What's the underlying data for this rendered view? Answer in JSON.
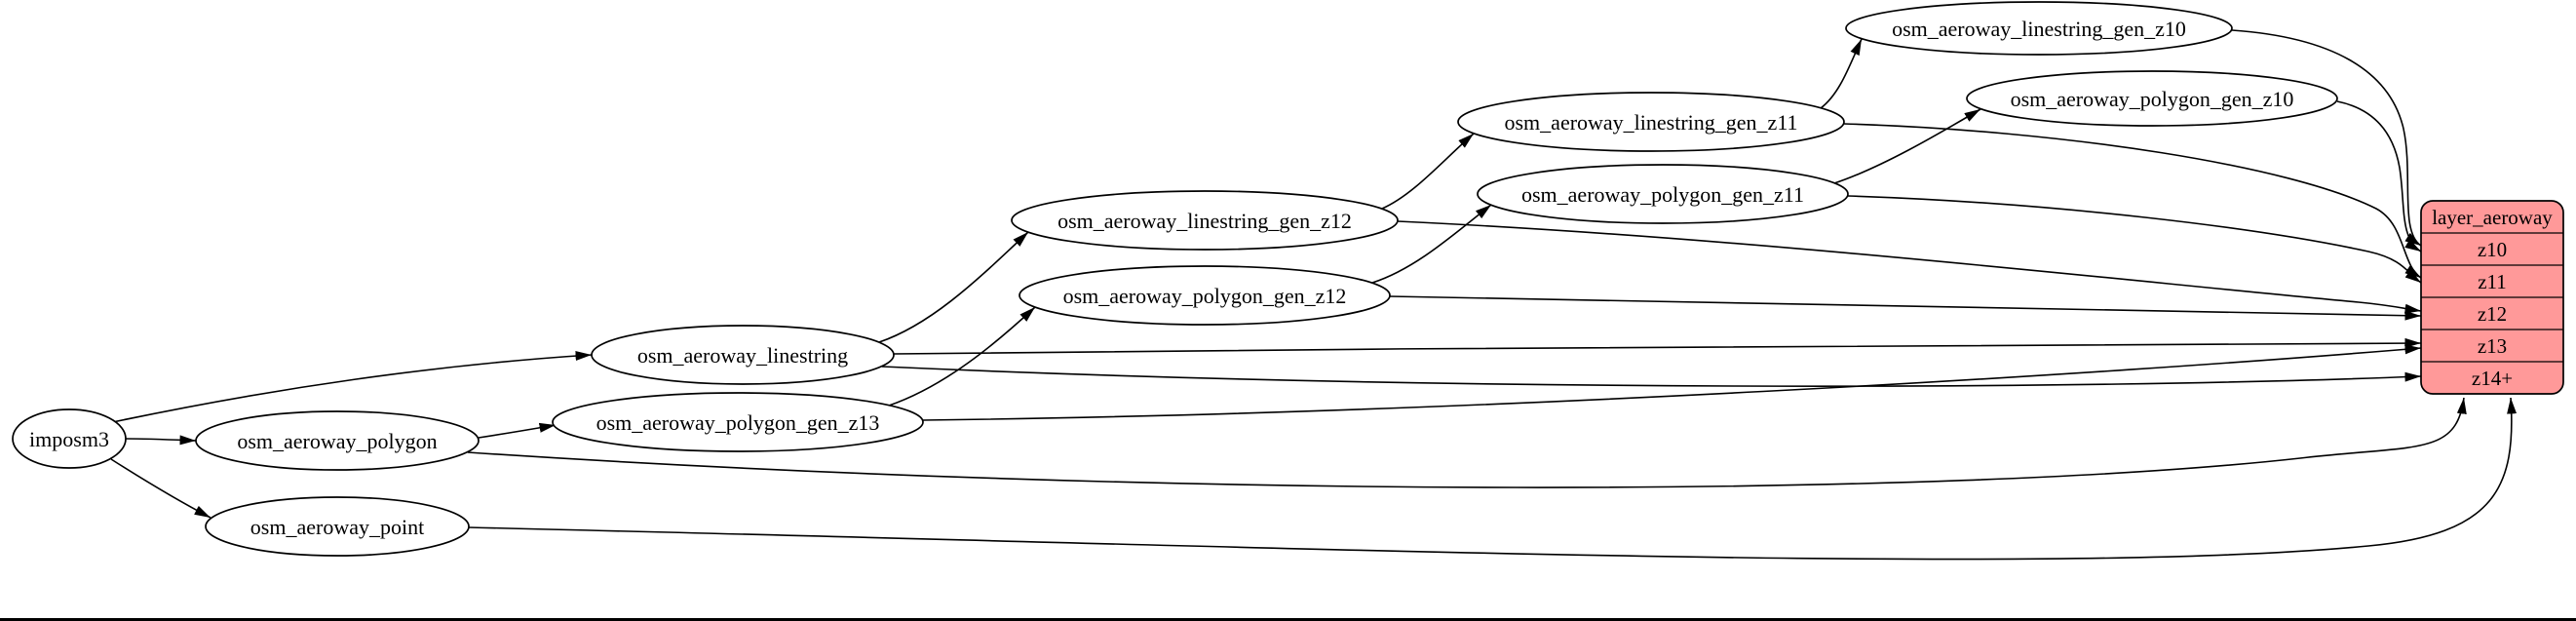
{
  "nodes": {
    "imposm3": "imposm3",
    "osm_aeroway_polygon": "osm_aeroway_polygon",
    "osm_aeroway_point": "osm_aeroway_point",
    "osm_aeroway_linestring": "osm_aeroway_linestring",
    "osm_aeroway_polygon_gen_z13": "osm_aeroway_polygon_gen_z13",
    "osm_aeroway_linestring_gen_z12": "osm_aeroway_linestring_gen_z12",
    "osm_aeroway_polygon_gen_z12": "osm_aeroway_polygon_gen_z12",
    "osm_aeroway_linestring_gen_z11": "osm_aeroway_linestring_gen_z11",
    "osm_aeroway_polygon_gen_z11": "osm_aeroway_polygon_gen_z11",
    "osm_aeroway_linestring_gen_z10": "osm_aeroway_linestring_gen_z10",
    "osm_aeroway_polygon_gen_z10": "osm_aeroway_polygon_gen_z10"
  },
  "record": {
    "title": "layer_aeroway",
    "rows": [
      "z10",
      "z11",
      "z12",
      "z13",
      "z14+"
    ],
    "fill": "#ff9999",
    "header_text_color": "#ffffff"
  },
  "edges": [
    {
      "from": "imposm3",
      "to": "osm_aeroway_polygon"
    },
    {
      "from": "imposm3",
      "to": "osm_aeroway_point"
    },
    {
      "from": "imposm3",
      "to": "osm_aeroway_linestring"
    },
    {
      "from": "osm_aeroway_polygon",
      "to": "osm_aeroway_polygon_gen_z13"
    },
    {
      "from": "osm_aeroway_polygon_gen_z13",
      "to": "osm_aeroway_polygon_gen_z12"
    },
    {
      "from": "osm_aeroway_polygon_gen_z12",
      "to": "osm_aeroway_polygon_gen_z11"
    },
    {
      "from": "osm_aeroway_polygon_gen_z11",
      "to": "osm_aeroway_polygon_gen_z10"
    },
    {
      "from": "osm_aeroway_linestring",
      "to": "osm_aeroway_linestring_gen_z12"
    },
    {
      "from": "osm_aeroway_linestring_gen_z12",
      "to": "osm_aeroway_linestring_gen_z11"
    },
    {
      "from": "osm_aeroway_linestring_gen_z11",
      "to": "osm_aeroway_linestring_gen_z10"
    },
    {
      "from": "osm_aeroway_linestring_gen_z10",
      "to": "layer_aeroway.z10"
    },
    {
      "from": "osm_aeroway_polygon_gen_z10",
      "to": "layer_aeroway.z10"
    },
    {
      "from": "osm_aeroway_linestring_gen_z11",
      "to": "layer_aeroway.z11"
    },
    {
      "from": "osm_aeroway_polygon_gen_z11",
      "to": "layer_aeroway.z11"
    },
    {
      "from": "osm_aeroway_linestring_gen_z12",
      "to": "layer_aeroway.z12"
    },
    {
      "from": "osm_aeroway_polygon_gen_z12",
      "to": "layer_aeroway.z12"
    },
    {
      "from": "osm_aeroway_linestring",
      "to": "layer_aeroway.z13"
    },
    {
      "from": "osm_aeroway_polygon_gen_z13",
      "to": "layer_aeroway.z13"
    },
    {
      "from": "osm_aeroway_linestring",
      "to": "layer_aeroway.z14+"
    },
    {
      "from": "osm_aeroway_polygon",
      "to": "layer_aeroway.z14+"
    },
    {
      "from": "osm_aeroway_point",
      "to": "layer_aeroway.z14+"
    }
  ]
}
